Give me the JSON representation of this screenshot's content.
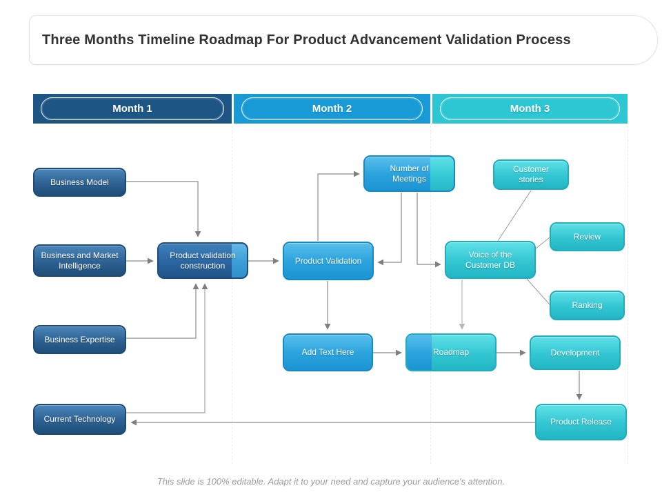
{
  "title": "Three Months Timeline Roadmap For Product Advancement Validation Process",
  "timeline": {
    "months": [
      {
        "label": "Month 1",
        "band_color": "#1D5585"
      },
      {
        "label": "Month 2",
        "band_color": "#189AD6"
      },
      {
        "label": "Month 3",
        "band_color": "#2CC7D2"
      }
    ]
  },
  "nodes": {
    "business_model": {
      "label": "Business Model"
    },
    "business_market_intelligence": {
      "label": "Business and Market Intelligence"
    },
    "business_expertise": {
      "label": "Business Expertise"
    },
    "current_technology": {
      "label": "Current Technology"
    },
    "product_validation_construction": {
      "label": "Product validation construction"
    },
    "product_validation": {
      "label": "Product Validation"
    },
    "number_of_meetings": {
      "label": "Number of Meetings"
    },
    "add_text_here": {
      "label": "Add Text Here"
    },
    "roadmap": {
      "label": "Roadmap"
    },
    "customer_stories": {
      "label": "Customer stories"
    },
    "voice_of_customer_db": {
      "label": "Voice of the Customer DB"
    },
    "review": {
      "label": "Review"
    },
    "ranking": {
      "label": "Ranking"
    },
    "development": {
      "label": "Development"
    },
    "product_release": {
      "label": "Product Release"
    }
  },
  "edges": [
    {
      "from": "business_model",
      "to": "product_validation_construction"
    },
    {
      "from": "business_market_intelligence",
      "to": "product_validation_construction"
    },
    {
      "from": "business_expertise",
      "to": "product_validation_construction"
    },
    {
      "from": "current_technology",
      "to": "product_validation_construction"
    },
    {
      "from": "product_validation_construction",
      "to": "product_validation"
    },
    {
      "from": "product_validation",
      "to": "number_of_meetings"
    },
    {
      "from": "number_of_meetings",
      "to": "product_validation"
    },
    {
      "from": "number_of_meetings",
      "to": "voice_of_customer_db"
    },
    {
      "from": "product_validation",
      "to": "add_text_here"
    },
    {
      "from": "voice_of_customer_db",
      "to": "roadmap"
    },
    {
      "from": "add_text_here",
      "to": "roadmap"
    },
    {
      "from": "roadmap",
      "to": "development"
    },
    {
      "from": "development",
      "to": "product_release"
    },
    {
      "from": "development",
      "to": "product_release"
    },
    {
      "from": "product_release",
      "to": "current_technology"
    },
    {
      "from": "customer_stories",
      "to": "voice_of_customer_db"
    },
    {
      "from": "voice_of_customer_db",
      "to": "review"
    },
    {
      "from": "voice_of_customer_db",
      "to": "ranking"
    }
  ],
  "footer": {
    "caption": "This slide is 100% editable. Adapt it to your need and capture your audience's attention."
  },
  "colors": {
    "month1_band": "#1D5585",
    "month2_band": "#189AD6",
    "month3_band": "#2CC7D2",
    "navy_box": "#1F4E79",
    "blue_box": "#1B94D3",
    "teal_box": "#23B5C3",
    "connector": "#8A8A8A"
  }
}
